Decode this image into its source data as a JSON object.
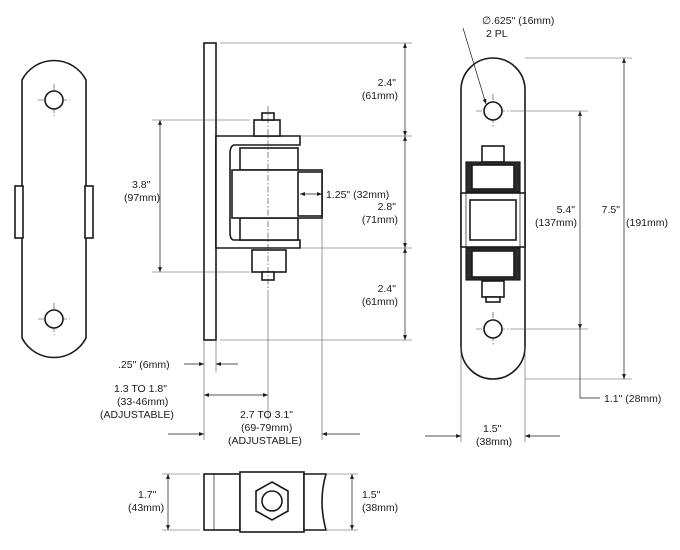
{
  "dimensions": {
    "hole_callout": {
      "line1": "∅.625\" (16mm)",
      "line2": "2 PL"
    },
    "top_offset": {
      "imperial": "2.4\"",
      "metric": "(61mm)"
    },
    "center_span": {
      "imperial": "2.8\"",
      "metric": "(71mm)"
    },
    "bottom_offset": {
      "imperial": "2.4\"",
      "metric": "(61mm)"
    },
    "hinge_height": {
      "imperial": "3.8\"",
      "metric": "(97mm)"
    },
    "spring_width": {
      "text": "1.25\" (32mm)"
    },
    "hole_spacing": {
      "imperial": "5.4\"",
      "metric": "(137mm)"
    },
    "overall_length": {
      "imperial": "7.5\"",
      "metric": "(191mm)"
    },
    "end_radius": {
      "text": "1.1\" (28mm)"
    },
    "plate_thickness": {
      "text": ".25\" (6mm)"
    },
    "offset_adjust": {
      "line1": "1.3 TO 1.8\"",
      "line2": "(33-46mm)",
      "line3": "(ADJUSTABLE)"
    },
    "depth_adjust": {
      "line1": "2.7 TO 3.1\"",
      "line2": "(69-79mm)",
      "line3": "(ADJUSTABLE)"
    },
    "strap_width": {
      "imperial": "1.5\"",
      "metric": "(38mm)"
    },
    "bottom_depth": {
      "imperial": "1.7\"",
      "metric": "(43mm)"
    },
    "bottom_width": {
      "imperial": "1.5\"",
      "metric": "(38mm)"
    }
  }
}
